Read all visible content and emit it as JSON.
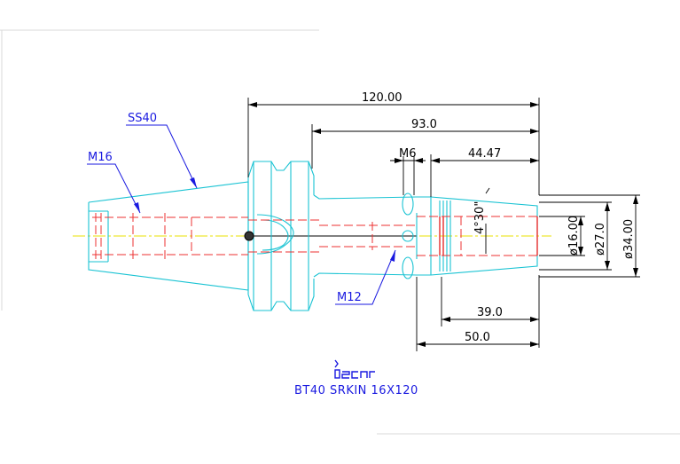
{
  "dimensions": {
    "total_length": "120.00",
    "flange_to_end": "93.0",
    "thread_m6": "M6",
    "clamp_length": "44.47",
    "taper_angle": "4°30\"",
    "dia_16": "ø16.00",
    "dia_27": "ø27.0",
    "dia_34": "ø34.00",
    "len_39": "39.0",
    "len_50": "50.0"
  },
  "callouts": {
    "ss40": "SS40",
    "m16": "M16",
    "m12": "M12"
  },
  "title_block": {
    "logo_text": "iscar",
    "part_name": "BT40 SRKIN 16X120"
  },
  "colors": {
    "outline": "#19c3d3",
    "hidden": "#ee3030",
    "dimension": "#000000",
    "callout": "#1a1ae0",
    "centerline": "#e8e000"
  }
}
